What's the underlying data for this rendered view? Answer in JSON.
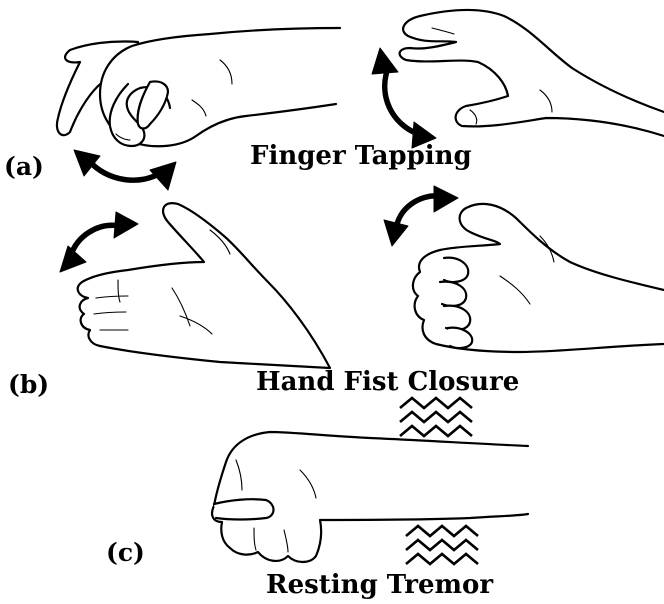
{
  "panels": [
    {
      "tag": "(a)",
      "caption": "Finger Tapping"
    },
    {
      "tag": "(b)",
      "caption": "Hand Fist Closure"
    },
    {
      "tag": "(c)",
      "caption": "Resting Tremor"
    }
  ],
  "colors": {
    "line": "#000000",
    "background": "#ffffff"
  },
  "icons": [
    "curved-double-arrow-icon",
    "tremor-zigzag-icon"
  ]
}
